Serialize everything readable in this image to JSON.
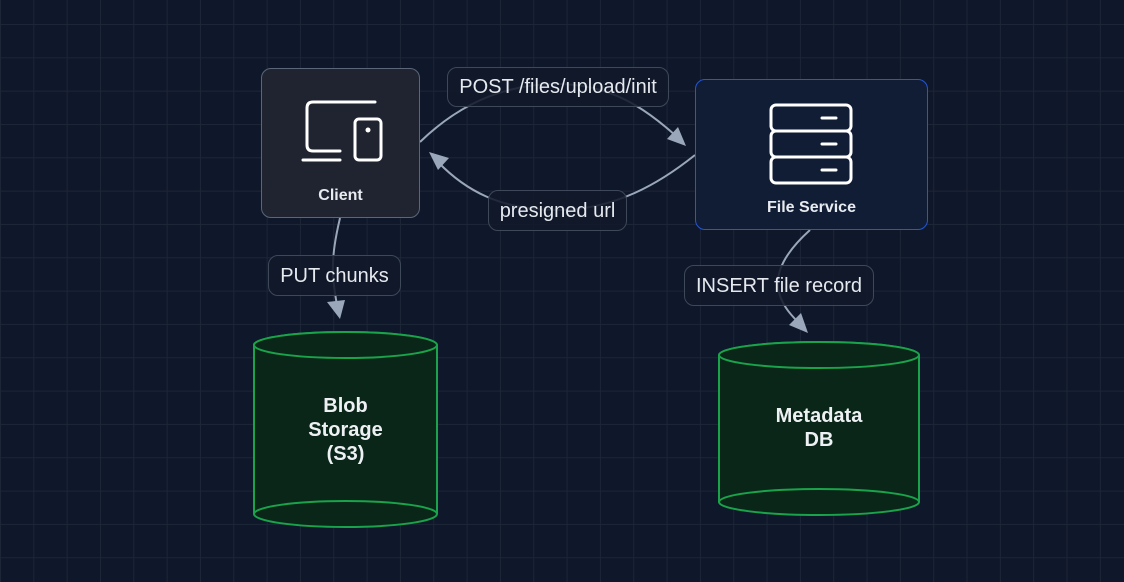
{
  "diagram": {
    "title": "File upload architecture",
    "colors": {
      "background": "#0f172a",
      "grid": "#1c2637",
      "edge": "#9aa7ba",
      "client_fill": "#1f2430",
      "client_border": "#5b6678",
      "service_fill": "#111d35",
      "service_border": "#2556d4",
      "storage_fill": "#0a2618",
      "storage_border": "#1aa34a",
      "text": "#e8ebf0"
    },
    "nodes": {
      "client": {
        "label": "Client",
        "icon": "devices-icon",
        "kind": "client"
      },
      "file_service": {
        "label": "File Service",
        "icon": "server-icon",
        "kind": "service"
      },
      "blob_storage": {
        "label": "Blob\nStorage\n(S3)",
        "kind": "datastore"
      },
      "metadata_db": {
        "label": "Metadata\nDB",
        "kind": "datastore"
      }
    },
    "edges": [
      {
        "from": "client",
        "to": "file_service",
        "label": "POST /files/upload/init"
      },
      {
        "from": "file_service",
        "to": "client",
        "label": "presigned url"
      },
      {
        "from": "client",
        "to": "blob_storage",
        "label": "PUT chunks"
      },
      {
        "from": "file_service",
        "to": "metadata_db",
        "label": "INSERT file record"
      }
    ]
  }
}
